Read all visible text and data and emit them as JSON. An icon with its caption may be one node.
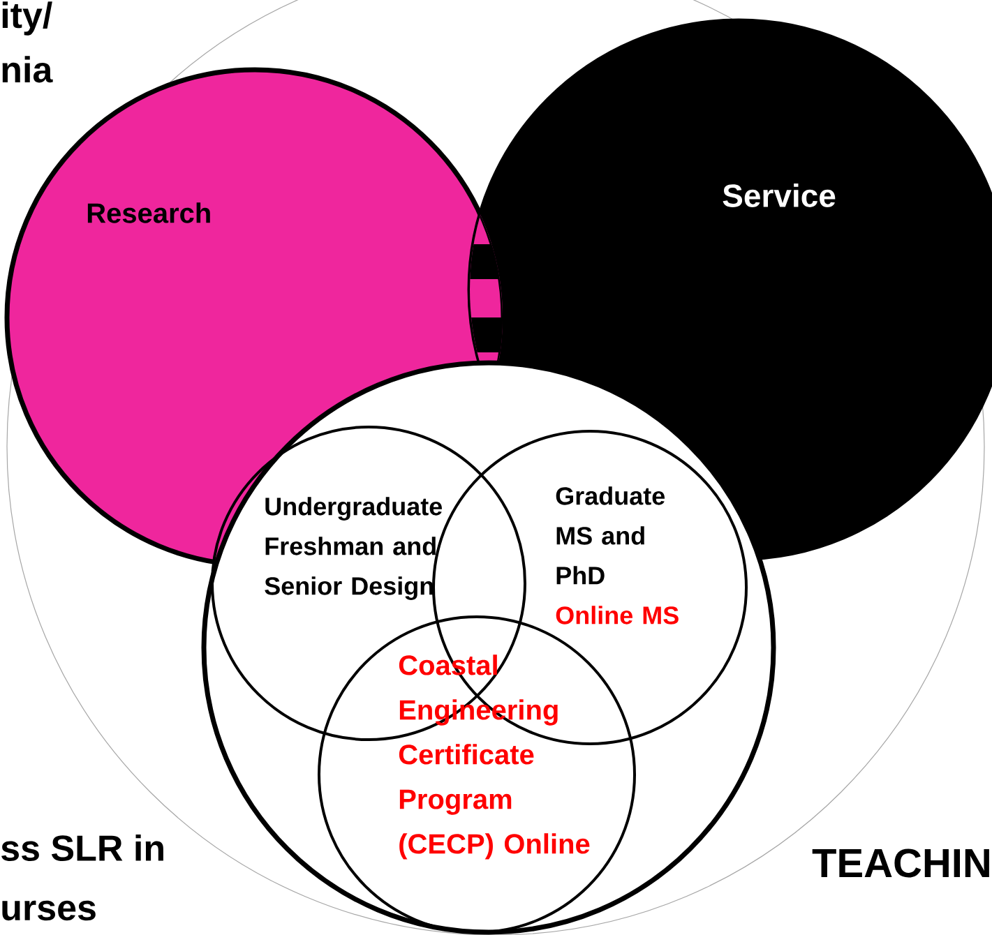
{
  "diagram": {
    "nodes": [
      {
        "text": [],
        "shape": "circle"
      },
      {
        "text": [
          "Research"
        ],
        "in": 0
      },
      {
        "text": [
          "Service"
        ],
        "in": 0
      },
      {
        "text": [],
        "shape": "circle",
        "in": 0
      },
      {
        "text": [
          "Undergraduate Freshman and Senior Design"
        ],
        "in": 3
      },
      {
        "text": [
          "Graduate MS and PhD",
          "Online MS"
        ],
        "in": 3
      },
      {
        "text": [
          "Coastal Engineering Certificate Program (CECP) Online"
        ],
        "in": 3
      }
    ],
    "labels": [
      "ity/",
      "nia",
      "ss SLR in",
      "urses",
      "TEACHIN"
    ]
  }
}
